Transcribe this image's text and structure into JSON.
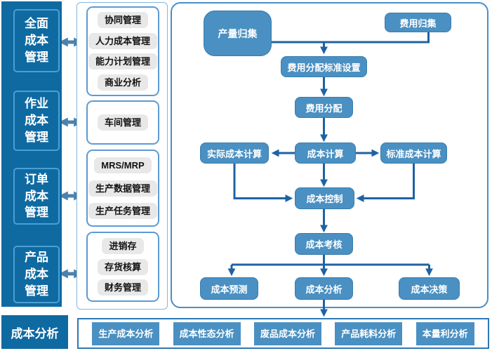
{
  "colors": {
    "panel_blue": "#0f6aa2",
    "node_blue": "#4a90c2",
    "connector_blue": "#1e62a4",
    "up_arrow_blue": "#3f9ad4",
    "double_arrow_blue": "#4d81ac",
    "container_border_blue": "#4a8ec5",
    "group_border_blue": "#5b9bd5",
    "gray_box": "#e8e8e8"
  },
  "left_panel": {
    "items": [
      {
        "label": "全面成本管理"
      },
      {
        "label": "作业成本管理"
      },
      {
        "label": "订单成本管理"
      },
      {
        "label": "产品成本管理"
      }
    ]
  },
  "module_groups": [
    {
      "items": [
        "协同管理",
        "人力成本管理",
        "能力计划管理",
        "商业分析"
      ]
    },
    {
      "items": [
        "车间管理"
      ]
    },
    {
      "items": [
        "MRS/MRP",
        "生产数据管理",
        "生产任务管理"
      ]
    },
    {
      "items": [
        "进销存",
        "存货核算",
        "财务管理"
      ]
    }
  ],
  "flowchart": {
    "nodes": [
      {
        "label": "产量归集"
      },
      {
        "label": "费用归集"
      },
      {
        "label": "费用分配标准设置"
      },
      {
        "label": "费用分配"
      },
      {
        "label": "实际成本计算"
      },
      {
        "label": "成本计算"
      },
      {
        "label": "标准成本计算"
      },
      {
        "label": "成本控制"
      },
      {
        "label": "成本考核"
      },
      {
        "label": "成本预测"
      },
      {
        "label": "成本分析"
      },
      {
        "label": "成本决策"
      }
    ]
  },
  "bottom_bar": {
    "title": "成本分析",
    "items": [
      "生产成本分析",
      "成本性态分析",
      "废品成本分析",
      "产品耗料分析",
      "本量利分析"
    ]
  }
}
